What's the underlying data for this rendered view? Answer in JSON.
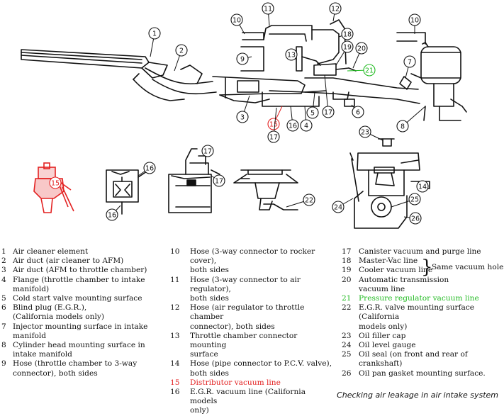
{
  "callouts": [
    {
      "id": "1",
      "label": "1"
    },
    {
      "id": "2",
      "label": "2"
    },
    {
      "id": "3",
      "label": "3"
    },
    {
      "id": "4",
      "label": "4"
    },
    {
      "id": "5",
      "label": "5"
    },
    {
      "id": "6",
      "label": "6"
    },
    {
      "id": "7",
      "label": "7"
    },
    {
      "id": "8",
      "label": "8"
    },
    {
      "id": "9",
      "label": "9"
    },
    {
      "id": "10a",
      "label": "10"
    },
    {
      "id": "10b",
      "label": "10"
    },
    {
      "id": "11",
      "label": "11"
    },
    {
      "id": "12",
      "label": "12"
    },
    {
      "id": "13",
      "label": "13"
    },
    {
      "id": "14",
      "label": "14"
    },
    {
      "id": "15a",
      "label": "15"
    },
    {
      "id": "15b",
      "label": "15"
    },
    {
      "id": "16a",
      "label": "16"
    },
    {
      "id": "16b",
      "label": "16"
    },
    {
      "id": "16c",
      "label": "16"
    },
    {
      "id": "17a",
      "label": "17"
    },
    {
      "id": "17b",
      "label": "17"
    },
    {
      "id": "17c",
      "label": "17"
    },
    {
      "id": "17d",
      "label": "17"
    },
    {
      "id": "18",
      "label": "18"
    },
    {
      "id": "19",
      "label": "19"
    },
    {
      "id": "20",
      "label": "20"
    },
    {
      "id": "21",
      "label": "21"
    },
    {
      "id": "22",
      "label": "22"
    },
    {
      "id": "23",
      "label": "23"
    },
    {
      "id": "24",
      "label": "24"
    },
    {
      "id": "25",
      "label": "25"
    },
    {
      "id": "26",
      "label": "26"
    }
  ],
  "legend": {
    "col1": [
      {
        "num": "1",
        "text": "Air cleaner element"
      },
      {
        "num": "2",
        "text": "Air duct (air cleaner to AFM)"
      },
      {
        "num": "3",
        "text": "Air duct (AFM to throttle chamber)"
      },
      {
        "num": "4",
        "text": "Flange (throttle chamber to intake\nmanifold)"
      },
      {
        "num": "5",
        "text": "Cold start valve mounting surface"
      },
      {
        "num": "6",
        "text": "Blind plug (E.G.R.),\n(California models only)"
      },
      {
        "num": "7",
        "text": "Injector mounting surface in intake\nmanifold"
      },
      {
        "num": "8",
        "text": "Cylinder head mounting surface in\nintake manifold"
      },
      {
        "num": "9",
        "text": "Hose (throttle chamber to 3-way\nconnector), both sides"
      }
    ],
    "col2": [
      {
        "num": "10",
        "text": "Hose (3-way connector to rocker cover),\nboth sides"
      },
      {
        "num": "11",
        "text": "Hose (3-way connector to air regulator),\nboth sides"
      },
      {
        "num": "12",
        "text": "Hose (air regulator to throttle chamber\nconnector), both sides"
      },
      {
        "num": "13",
        "text": "Throttle chamber connector mounting\nsurface"
      },
      {
        "num": "14",
        "text": "Hose (pipe connector to P.C.V. valve),\nboth sides"
      },
      {
        "num": "15",
        "text": "Distributor vacuum line"
      },
      {
        "num": "16",
        "text": "E.G.R. vacuum line (California models\nonly)"
      }
    ],
    "col3": [
      {
        "num": "17",
        "text": "Canister vacuum and purge line"
      },
      {
        "num": "18",
        "text": "Master-Vac line"
      },
      {
        "num": "19",
        "text": "Cooler vacuum line"
      },
      {
        "num": "20",
        "text": "Automatic transmission\nvacuum line"
      },
      {
        "num": "21",
        "text": "Pressure regulator vacuum line"
      },
      {
        "num": "22",
        "text": "E.G.R. valve mounting surface (California\nmodels only)"
      },
      {
        "num": "23",
        "text": "Oil filler cap"
      },
      {
        "num": "24",
        "text": "Oil level gauge"
      },
      {
        "num": "25",
        "text": "Oil seal (on front and rear of crankshaft)"
      },
      {
        "num": "26",
        "text": "Oil pan gasket mounting surface."
      }
    ],
    "brace_note": "Same vacuum hole"
  },
  "caption": "Checking air leakage in air intake system",
  "colors": {
    "highlight_red": "#e32222",
    "highlight_green": "#22bb22",
    "ink": "#111111"
  }
}
